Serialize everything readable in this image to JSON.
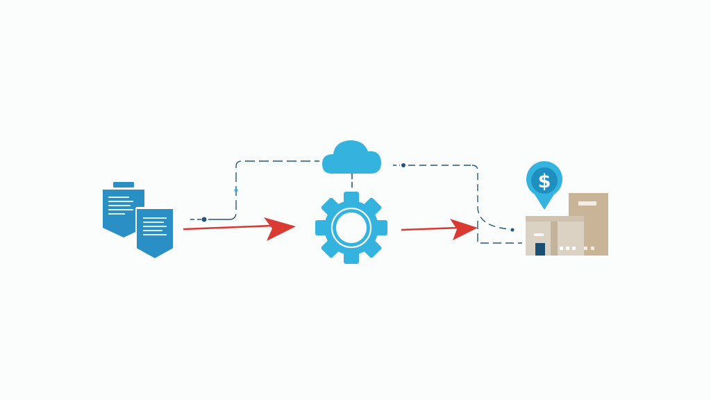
{
  "diagram": {
    "background": "#fbfcfc",
    "colors": {
      "primary_blue": "#2a8fc4",
      "light_blue": "#35b3df",
      "arrow_red": "#d93a34",
      "connector_navy": "#23557a",
      "building_tan": "#c9b498",
      "building_light": "#dcd2c4",
      "door_navy": "#1d4f74"
    },
    "nodes": [
      {
        "id": "documents",
        "icon": "documents-icon"
      },
      {
        "id": "cloud",
        "icon": "cloud-icon"
      },
      {
        "id": "gear",
        "icon": "gear-icon"
      },
      {
        "id": "business",
        "icon": "building-icon"
      },
      {
        "id": "payment",
        "icon": "dollar-pin-icon",
        "glyph": "$"
      }
    ],
    "edges": [
      {
        "from": "documents",
        "to": "gear",
        "style": "red-arrow"
      },
      {
        "from": "gear",
        "to": "business",
        "style": "red-arrow"
      },
      {
        "from": "documents",
        "to": "cloud",
        "style": "dashed-connector"
      },
      {
        "from": "cloud",
        "to": "gear",
        "style": "dashed-connector"
      },
      {
        "from": "cloud",
        "to": "business",
        "style": "dashed-connector"
      }
    ]
  }
}
